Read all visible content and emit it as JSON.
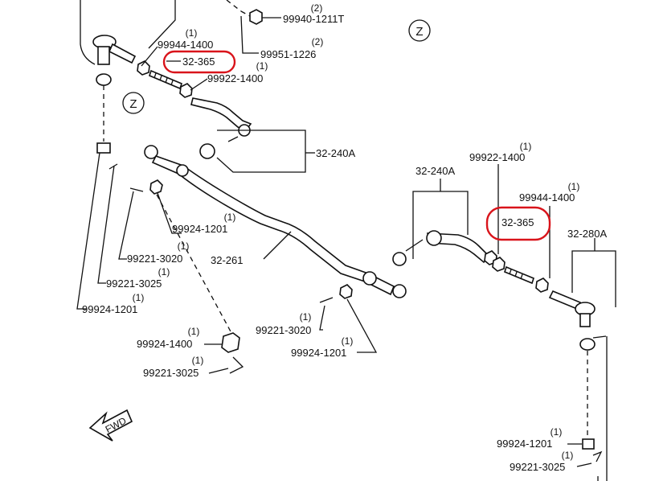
{
  "zone_marker": "Z",
  "fwd_label": "FWD",
  "colors": {
    "line": "#111111",
    "highlight": "#d9141b",
    "background": "#ffffff"
  },
  "callouts": [
    {
      "id": "c1",
      "qty": "(2)",
      "part": "99940-1211T"
    },
    {
      "id": "c2",
      "qty": "(1)",
      "part": "99944-1400"
    },
    {
      "id": "c3",
      "qty": "(2)",
      "part": "99951-1226"
    },
    {
      "id": "c4",
      "qty": "",
      "part": "32-365",
      "highlighted": true
    },
    {
      "id": "c5",
      "qty": "(1)",
      "part": "99922-1400"
    },
    {
      "id": "c6",
      "qty": "",
      "part": "32-240A"
    },
    {
      "id": "c7",
      "qty": "(1)",
      "part": "99922-1400"
    },
    {
      "id": "c8",
      "qty": "",
      "part": "32-240A"
    },
    {
      "id": "c9",
      "qty": "(1)",
      "part": "99944-1400"
    },
    {
      "id": "c10",
      "qty": "",
      "part": "32-365",
      "highlighted": true
    },
    {
      "id": "c11",
      "qty": "",
      "part": "32-280A"
    },
    {
      "id": "c12",
      "qty": "(1)",
      "part": "99924-1201"
    },
    {
      "id": "c13",
      "qty": "(1)",
      "part": "99221-3020"
    },
    {
      "id": "c14",
      "qty": "",
      "part": "32-261"
    },
    {
      "id": "c15",
      "qty": "(1)",
      "part": "99221-3025"
    },
    {
      "id": "c16",
      "qty": "(1)",
      "part": "99924-1201"
    },
    {
      "id": "c17",
      "qty": "(1)",
      "part": "99221-3020"
    },
    {
      "id": "c18",
      "qty": "(1)",
      "part": "99924-1201"
    },
    {
      "id": "c19",
      "qty": "(1)",
      "part": "99924-1400"
    },
    {
      "id": "c20",
      "qty": "(1)",
      "part": "99221-3025"
    },
    {
      "id": "c21",
      "qty": "(1)",
      "part": "99924-1201"
    },
    {
      "id": "c22",
      "qty": "(1)",
      "part": "99221-3025"
    }
  ]
}
